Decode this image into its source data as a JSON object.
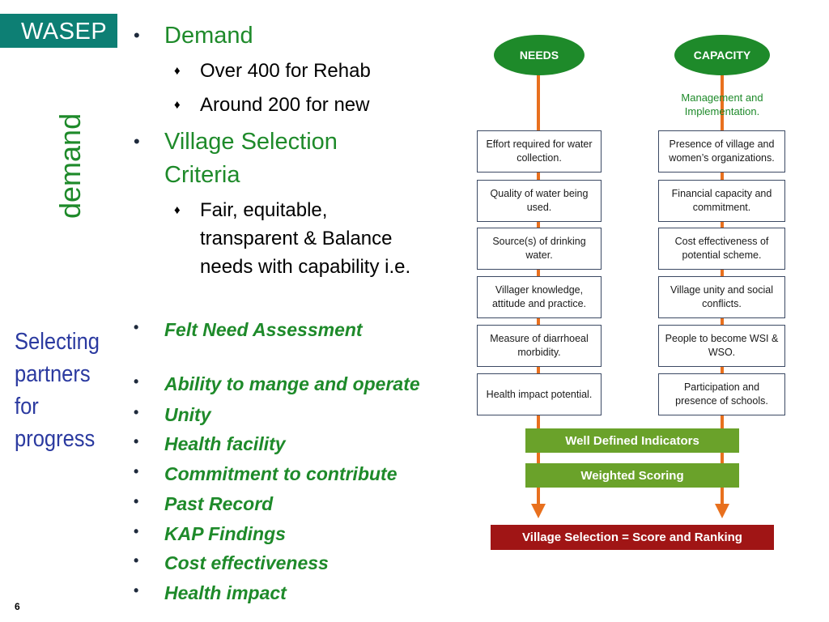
{
  "logo": {
    "text": "WASEP"
  },
  "side_title": "demand",
  "side_subtitle": [
    "Selecting",
    "partners",
    "for",
    "progress"
  ],
  "bullets": {
    "demand": "Demand",
    "demand_items": [
      "Over 400 for Rehab",
      " Around 200 for new"
    ],
    "village": [
      "Village Selection",
      "Criteria"
    ],
    "village_items": [
      "Fair, equitable,",
      "transparent & Balance",
      "needs with capability i.e."
    ],
    "criteria": [
      "Felt Need Assessment",
      "Ability to mange and operate",
      "Unity",
      "Health facility",
      "Commitment to contribute",
      "Past Record",
      "KAP Findings",
      "Cost effectiveness",
      "Health impact"
    ]
  },
  "page_number": "6",
  "diagram": {
    "needs_label": "NEEDS",
    "capacity_label": "CAPACITY",
    "capacity_note": "Management and Implementation.",
    "needs_boxes": [
      "Effort required for water collection.",
      "Quality of water being used.",
      "Source(s) of drinking water.",
      "Villager knowledge, attitude and practice.",
      "Measure of diarrhoeal morbidity.",
      "Health impact potential."
    ],
    "capacity_boxes": [
      "Presence of village and women’s organizations.",
      "Financial capacity and commitment.",
      "Cost effectiveness of potential scheme.",
      "Village unity and social conflicts.",
      "People to become WSI & WSO.",
      "Participation and presence of schools."
    ],
    "indicators_label": "Well Defined Indicators",
    "scoring_label": "Weighted Scoring",
    "result_label": "Village Selection = Score and Ranking",
    "colors": {
      "green": "#1e8a2a",
      "light_green": "#6aa22a",
      "orange": "#e8701e",
      "red": "#a01515"
    }
  }
}
